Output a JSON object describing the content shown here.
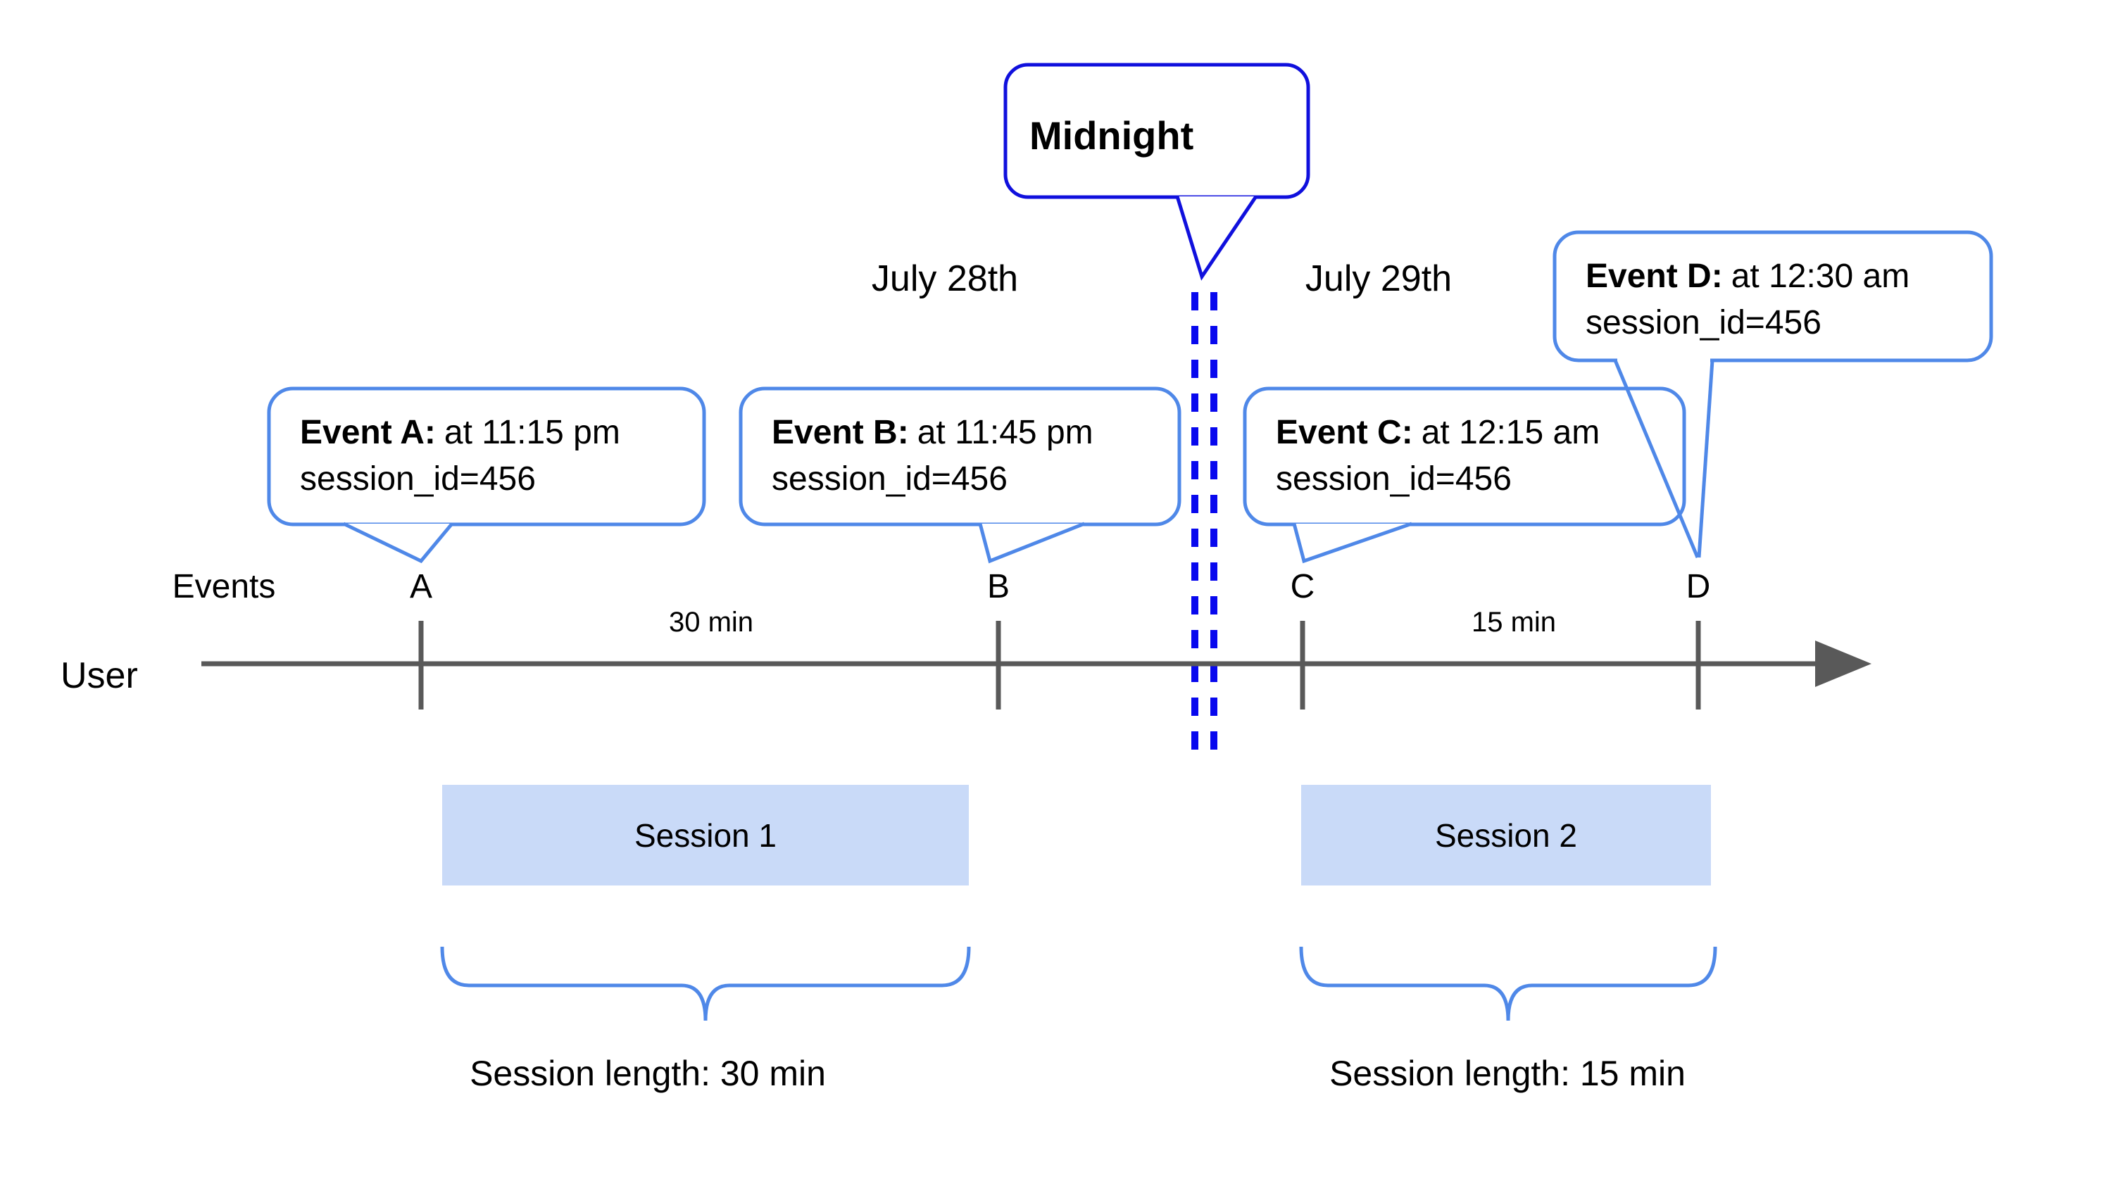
{
  "colors": {
    "midnight_blue": "#1010dd",
    "dash_blue": "#0808ee",
    "bubble_blue": "#4f88e8",
    "timeline_gray": "#595959",
    "session_fill": "#c9daf8",
    "text": "#000000"
  },
  "midnight_label": "Midnight",
  "dates": {
    "day_left": "July 28th",
    "day_right": "July 29th"
  },
  "axis": {
    "events_label": "Events",
    "user_label": "User"
  },
  "events": [
    {
      "letter": "A",
      "title": "Event A:",
      "time": "at 11:15 pm",
      "session_id": "session_id=456"
    },
    {
      "letter": "B",
      "title": "Event B:",
      "time": "at 11:45 pm",
      "session_id": "session_id=456"
    },
    {
      "letter": "C",
      "title": "Event C:",
      "time": "at 12:15 am",
      "session_id": "session_id=456"
    },
    {
      "letter": "D",
      "title": "Event D:",
      "time": "at 12:30 am",
      "session_id": "session_id=456"
    }
  ],
  "intervals": [
    {
      "label": "30 min"
    },
    {
      "label": "15 min"
    }
  ],
  "sessions": [
    {
      "name": "Session 1",
      "length": "Session length: 30 min"
    },
    {
      "name": "Session 2",
      "length": "Session length: 15 min"
    }
  ]
}
